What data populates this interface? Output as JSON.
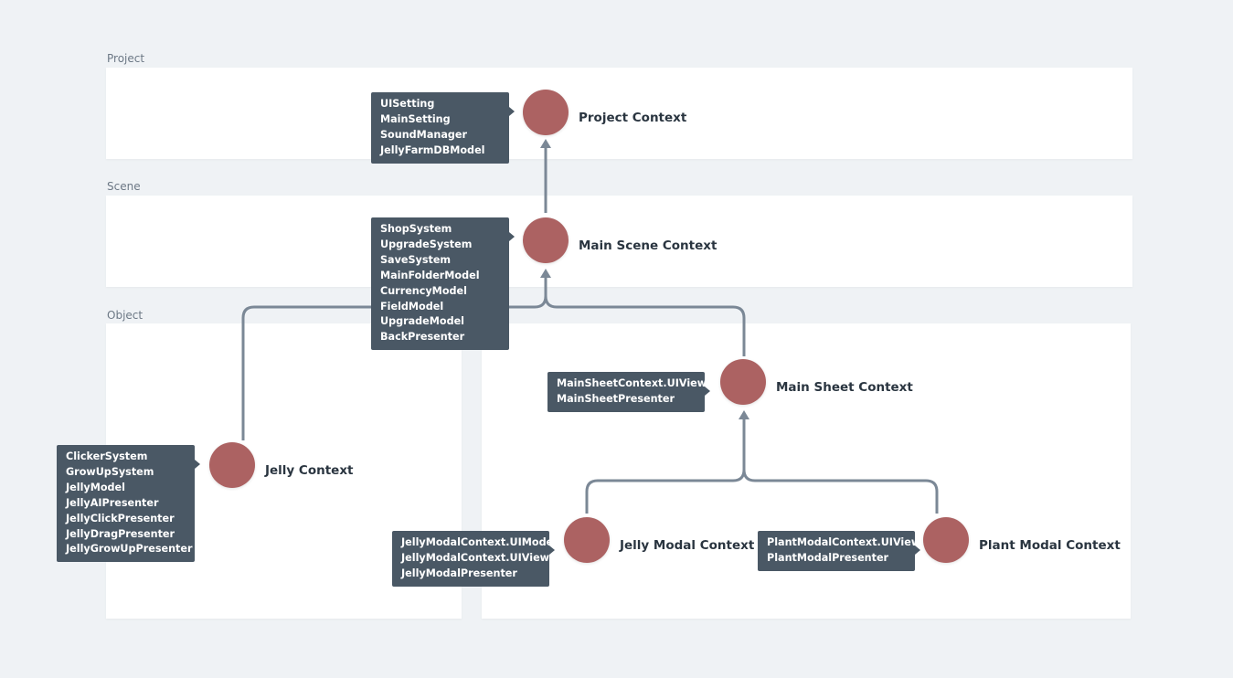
{
  "sections": {
    "project": "Project",
    "scene": "Scene",
    "object": "Object"
  },
  "colors": {
    "background": "#eff2f5",
    "panel": "#ffffff",
    "node": "#ac6262",
    "tooltip": "#4a5865",
    "connector": "#7b8896"
  },
  "nodes": {
    "project_context": {
      "label": "Project Context",
      "items": [
        "UISetting",
        "MainSetting",
        "SoundManager",
        "JellyFarmDBModel"
      ]
    },
    "main_scene_context": {
      "label": "Main Scene Context",
      "items": [
        "ShopSystem",
        "UpgradeSystem",
        "SaveSystem",
        "MainFolderModel",
        "CurrencyModel",
        "FieldModel",
        "UpgradeModel",
        "BackPresenter"
      ]
    },
    "main_sheet_context": {
      "label": "Main Sheet Context",
      "items": [
        "MainSheetContext.UIView",
        "MainSheetPresenter"
      ]
    },
    "jelly_context": {
      "label": "Jelly Context",
      "items": [
        "ClickerSystem",
        "GrowUpSystem",
        "JellyModel",
        "JellyAIPresenter",
        "JellyClickPresenter",
        "JellyDragPresenter",
        "JellyGrowUpPresenter"
      ]
    },
    "jelly_modal_context": {
      "label": "Jelly Modal Context",
      "items": [
        "JellyModalContext.UIModel",
        "JellyModalContext.UIView",
        "JellyModalPresenter"
      ]
    },
    "plant_modal_context": {
      "label": "Plant Modal Context",
      "items": [
        "PlantModalContext.UIView",
        "PlantModalPresenter"
      ]
    }
  }
}
